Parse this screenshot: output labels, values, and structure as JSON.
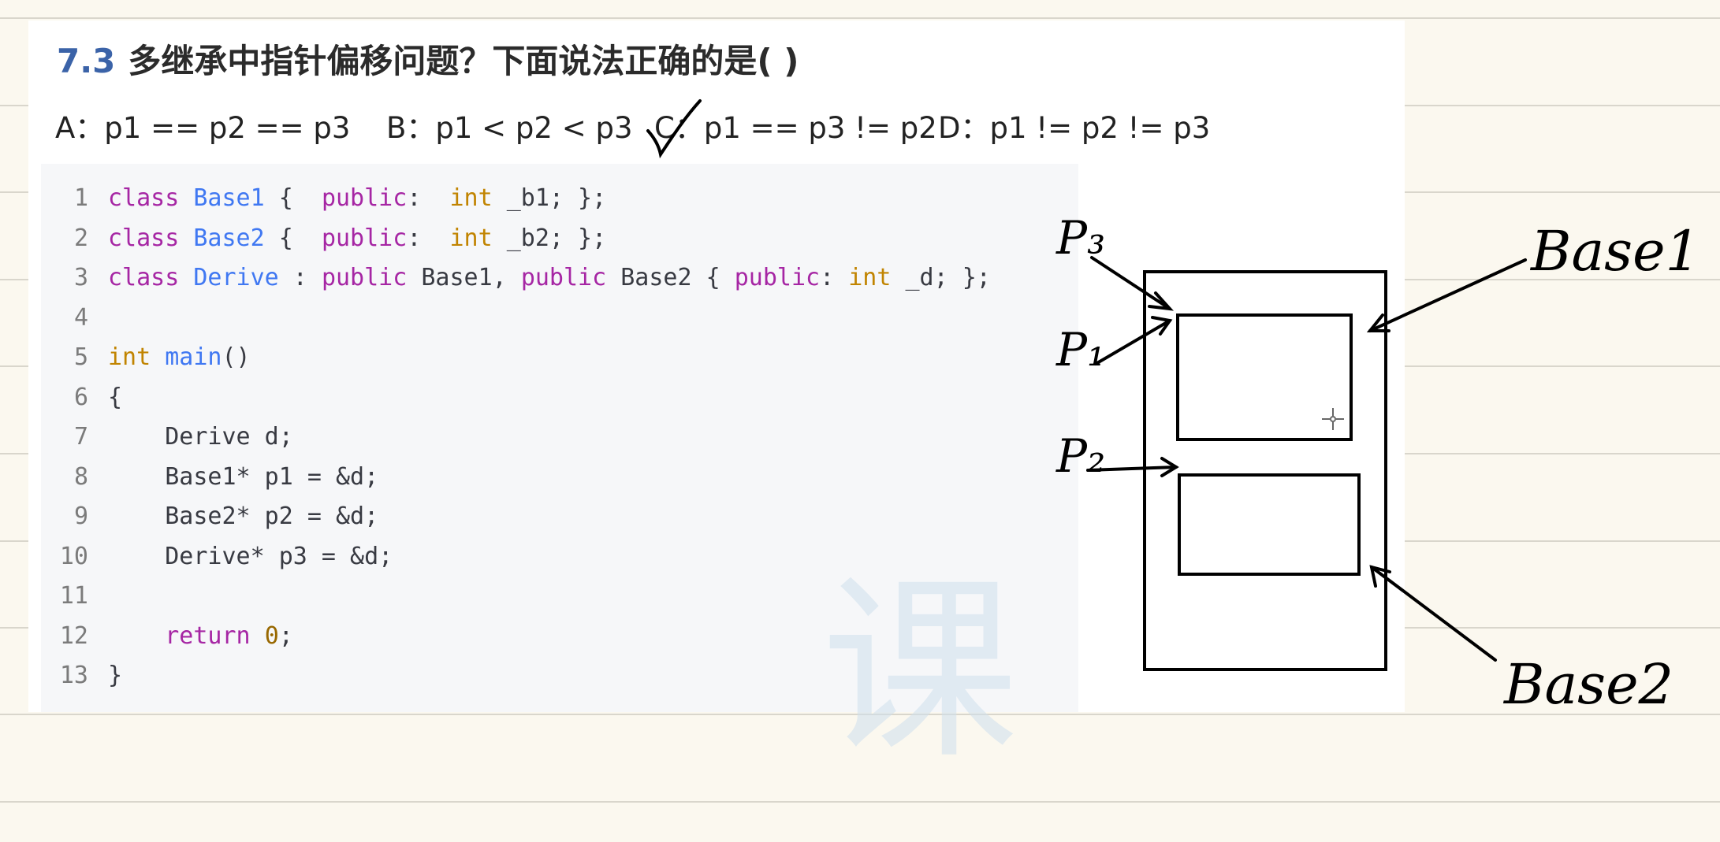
{
  "question": {
    "number": "7.3",
    "title": "多继承中指针偏移问题？下面说法正确的是( )"
  },
  "options": [
    {
      "label": "A：p1 == p2 == p3"
    },
    {
      "label": "B：p1 < p2 < p3"
    },
    {
      "label": "C：p1 == p3 != p2",
      "marked": "checkmark"
    },
    {
      "label": "D：p1 != p2 != p3"
    }
  ],
  "code": {
    "language": "cpp",
    "lines": [
      {
        "n": "1",
        "text": "class Base1 {  public:  int _b1; };"
      },
      {
        "n": "2",
        "text": "class Base2 {  public:  int _b2; };"
      },
      {
        "n": "3",
        "text": "class Derive : public Base1, public Base2 { public: int _d; };"
      },
      {
        "n": "4",
        "text": ""
      },
      {
        "n": "5",
        "text": "int main()"
      },
      {
        "n": "6",
        "text": "{"
      },
      {
        "n": "7",
        "text": "    Derive d;"
      },
      {
        "n": "8",
        "text": "    Base1* p1 = &d;"
      },
      {
        "n": "9",
        "text": "    Base2* p2 = &d;"
      },
      {
        "n": "10",
        "text": "    Derive* p3 = &d;"
      },
      {
        "n": "11",
        "text": ""
      },
      {
        "n": "12",
        "text": "    return 0;"
      },
      {
        "n": "13",
        "text": "}"
      }
    ],
    "watermark": "课"
  },
  "diagram": {
    "pointer_labels": {
      "p3": "P₃",
      "p1": "P₁",
      "p2": "P₂"
    },
    "base1_label": "Base1",
    "base2_label": "Base2"
  },
  "colors": {
    "question_number": "#3b63a8",
    "keyword": "#a626a4",
    "type": "#c18401",
    "class_name": "#4078f2",
    "ink": "#000000"
  },
  "icons": [
    "checkmark-icon",
    "crosshair-cursor-icon"
  ]
}
